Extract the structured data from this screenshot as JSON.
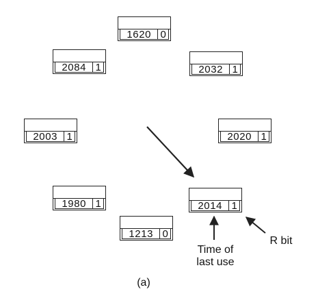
{
  "pages": [
    {
      "time": "1620",
      "r": "0"
    },
    {
      "time": "2032",
      "r": "1"
    },
    {
      "time": "2020",
      "r": "1"
    },
    {
      "time": "2014",
      "r": "1"
    },
    {
      "time": "1213",
      "r": "0"
    },
    {
      "time": "1980",
      "r": "1"
    },
    {
      "time": "2003",
      "r": "1"
    },
    {
      "time": "2084",
      "r": "1"
    }
  ],
  "labels": {
    "time_line1": "Time of",
    "time_line2": "last use",
    "rbit": "R bit",
    "caption": "(a)"
  }
}
